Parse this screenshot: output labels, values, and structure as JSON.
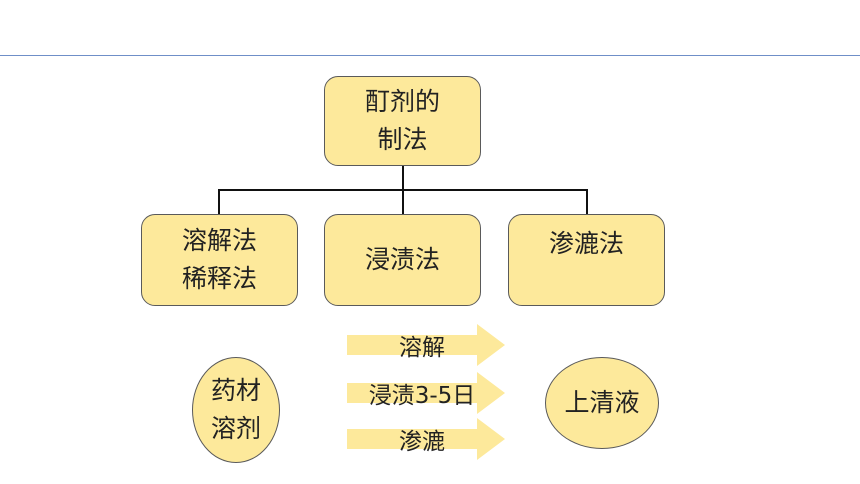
{
  "root": {
    "lines": [
      "酊剂的",
      "制法"
    ]
  },
  "methods": [
    {
      "lines": [
        "溶解法",
        "稀释法"
      ]
    },
    {
      "lines": [
        "浸渍法"
      ]
    },
    {
      "lines": [
        "渗漉法"
      ]
    }
  ],
  "input_circle": {
    "lines": [
      "药材",
      "溶剂"
    ]
  },
  "processes": [
    "溶解",
    "浸渍3-5日",
    "渗漉"
  ],
  "output_circle": {
    "lines": [
      "上清液"
    ]
  },
  "colors": {
    "box_fill": "#fde99b",
    "arrow_fill": "#fde99b",
    "border": "#5a5a5a",
    "top_rule": "#6f8fc8"
  }
}
